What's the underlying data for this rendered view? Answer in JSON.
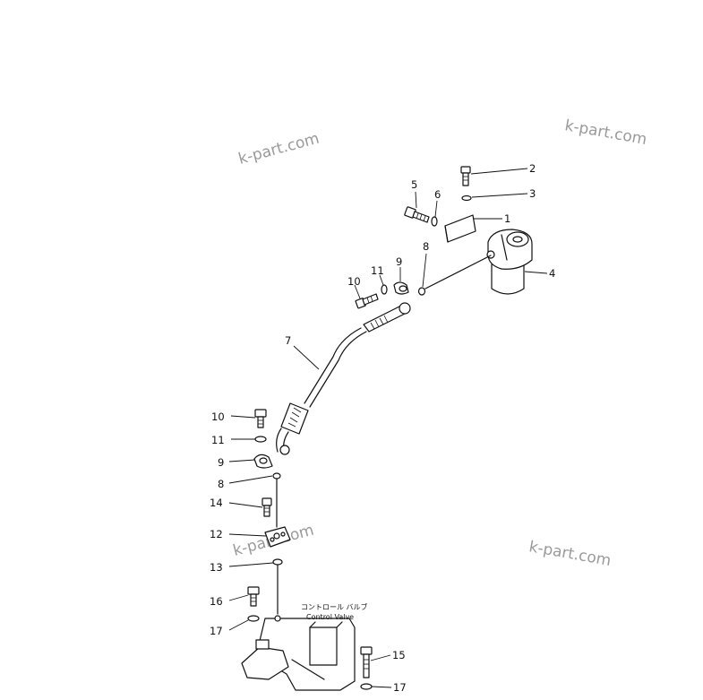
{
  "watermark": "k-part.com",
  "callouts": [
    "1",
    "2",
    "3",
    "4",
    "5",
    "6",
    "7",
    "8",
    "9",
    "10",
    "11",
    "12",
    "13",
    "14",
    "15",
    "16",
    "17"
  ],
  "control_valve": {
    "jp": "コントロール バルブ",
    "en": "Control Valve"
  }
}
